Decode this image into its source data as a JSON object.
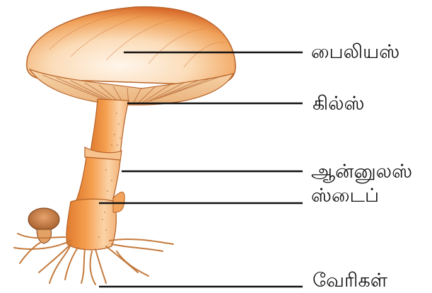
{
  "labels": {
    "pileus": "பைலியஸ்",
    "gills": "கில்ஸ்",
    "annulus": "ஆன்னுலஸ்",
    "stipe": "ஸ்டைப்",
    "roots": "வேரிகள்"
  },
  "colors": {
    "cap_outer": "#e8823a",
    "cap_inner": "#fbe6cf",
    "stem": "#f29a45",
    "stem_shade": "#d9752a",
    "gills": "#f4cfa4",
    "roots": "#c47a3c",
    "leader_line": "#111111"
  }
}
